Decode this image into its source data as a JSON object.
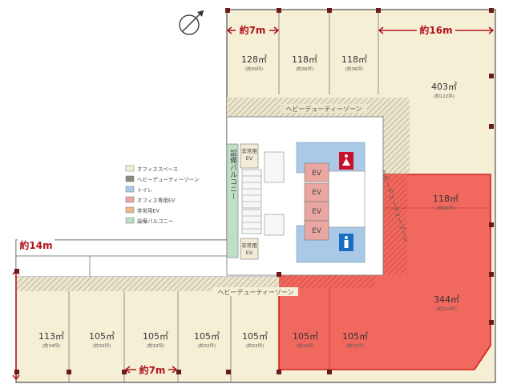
{
  "rooms": [
    {
      "id": "r1",
      "area": "128㎡",
      "tsubo": "(約39坪)"
    },
    {
      "id": "r2",
      "area": "118㎡",
      "tsubo": "(約36坪)"
    },
    {
      "id": "r3",
      "area": "118㎡",
      "tsubo": "(約36坪)"
    },
    {
      "id": "r4",
      "area": "403㎡",
      "tsubo": "(約122坪)"
    },
    {
      "id": "r5",
      "area": "118㎡",
      "tsubo": "(約36坪)"
    },
    {
      "id": "r6",
      "area": "344㎡",
      "tsubo": "(約104坪)"
    },
    {
      "id": "r7",
      "area": "113㎡",
      "tsubo": "(約34坪)"
    },
    {
      "id": "r8",
      "area": "105㎡",
      "tsubo": "(約32坪)"
    },
    {
      "id": "r9",
      "area": "105㎡",
      "tsubo": "(約32坪)"
    },
    {
      "id": "r10",
      "area": "105㎡",
      "tsubo": "(約32坪)"
    },
    {
      "id": "r11",
      "area": "105㎡",
      "tsubo": "(約32坪)"
    },
    {
      "id": "r12",
      "area": "105㎡",
      "tsubo": "(約32坪)"
    },
    {
      "id": "r13",
      "area": "105㎡",
      "tsubo": "(約32坪)"
    }
  ],
  "dimensions": {
    "top_left": "約7m",
    "top_right": "約16m",
    "left": "約14m",
    "bottom": "約7m"
  },
  "zones": {
    "heavy_duty": "ヘビーデューティーゾーン"
  },
  "core": {
    "ev_label": "EV",
    "emergency_ev": "非常用\nEV",
    "balcony": "設備バルコニー"
  },
  "legend": [
    {
      "label": "オフィススペース",
      "color": "#f5efd6"
    },
    {
      "label": "ヘビーデューティーゾーン",
      "color": "#8a8a80"
    },
    {
      "label": "トイレ",
      "color": "#a9c9e6"
    },
    {
      "label": "オフィス専用EV",
      "color": "#eaa6a0"
    },
    {
      "label": "非常用EV",
      "color": "#e9bc8a"
    },
    {
      "label": "設備バルコニー",
      "color": "#bfe0c8"
    }
  ],
  "colors": {
    "office": "#f5efd6",
    "highlight": "#f0685e",
    "accent": "#b0151d",
    "toilet": "#a9c9e6",
    "office_ev": "#eaa6a0",
    "emergency_ev": "#f3ead7",
    "balcony": "#bfe0c8"
  },
  "icons": [
    "compass-icon",
    "toilet-women-icon",
    "toilet-men-icon"
  ]
}
